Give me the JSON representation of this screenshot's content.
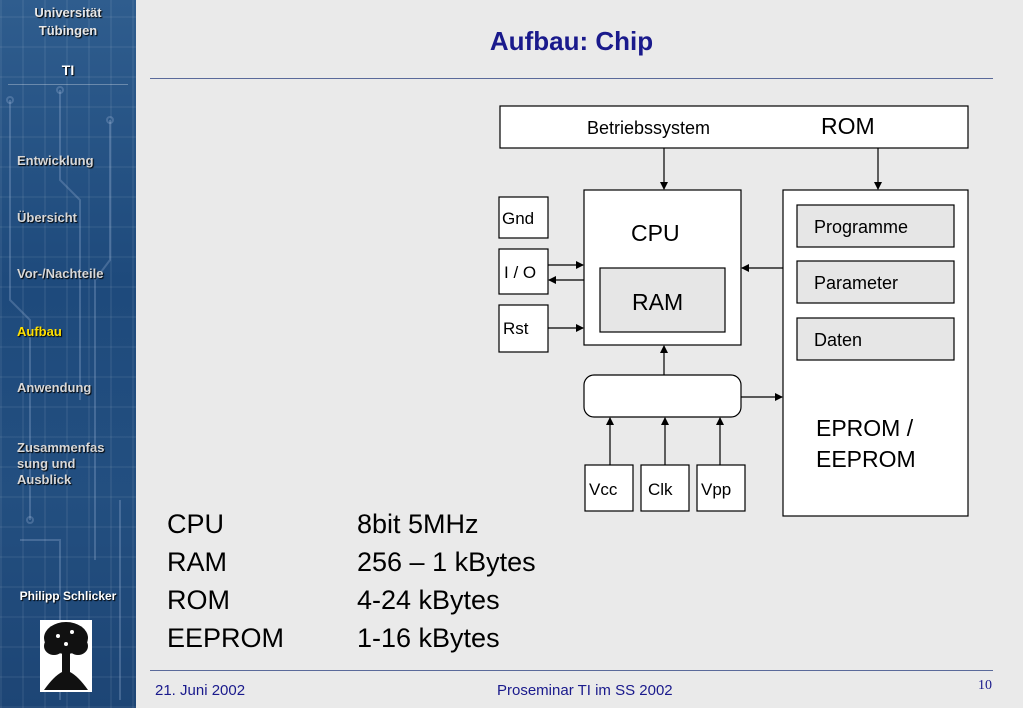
{
  "sidebar": {
    "university_line1": "Universität",
    "university_line2": "Tübingen",
    "institute": "TI",
    "nav": [
      {
        "label": "Entwicklung",
        "active": false
      },
      {
        "label": "Übersicht",
        "active": false
      },
      {
        "label": "Vor-/Nachteile",
        "active": false
      },
      {
        "label": "Aufbau",
        "active": true
      },
      {
        "label": "Anwendung",
        "active": false
      },
      {
        "label": "Zusammenfassung und Ausblick",
        "active": false
      }
    ],
    "nav_wrap": [
      "Zusammenfas",
      "sung und",
      "Ausblick"
    ],
    "author": "Philipp Schlicker"
  },
  "slide": {
    "title": "Aufbau: Chip"
  },
  "diagram": {
    "top_box_left": "Betriebssystem",
    "top_box_right": "ROM",
    "cpu": "CPU",
    "ram": "RAM",
    "pins_left": [
      "Gnd",
      "I / O",
      "Rst"
    ],
    "memory_items": [
      "Programme",
      "Parameter",
      "Daten"
    ],
    "eprom_line1": "EPROM /",
    "eprom_line2": "EEPROM",
    "pins_bottom": [
      "Vcc",
      "Clk",
      "Vpp"
    ]
  },
  "specs": [
    {
      "label": "CPU",
      "value": "8bit 5MHz"
    },
    {
      "label": "RAM",
      "value": "256 – 1 kBytes"
    },
    {
      "label": "ROM",
      "value": "4-24 kBytes"
    },
    {
      "label": "EEPROM",
      "value": "1-16 kBytes"
    }
  ],
  "footer": {
    "date": "21. Juni 2002",
    "center": "Proseminar TI im SS 2002",
    "page": "10"
  },
  "colors": {
    "sidebar": "#1e4a7c",
    "title": "#1a1a8c",
    "active_nav": "#ffe000"
  }
}
